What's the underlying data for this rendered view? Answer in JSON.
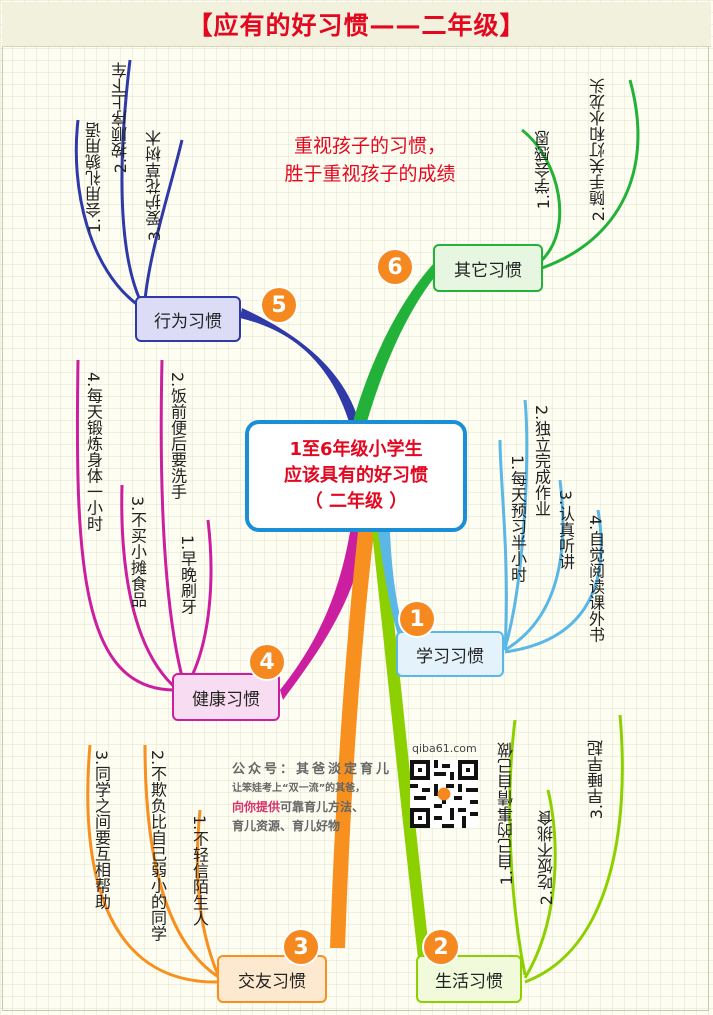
{
  "title": "【应有的好习惯——二年级】",
  "motto": [
    "重视孩子的习惯，",
    "胜于重视孩子的成绩"
  ],
  "center": [
    "1至6年级小学生",
    "应该具有的好习惯",
    "（ 二年级 ）"
  ],
  "branches": [
    {
      "id": "study",
      "number": "1",
      "label": "学习习惯",
      "color": "#5ab7e6",
      "items": [
        "1.每天预习半小时",
        "2.独立完成作业",
        "3.认真听讲",
        "4.自觉阅读课外书"
      ]
    },
    {
      "id": "life",
      "number": "2",
      "label": "生活习惯",
      "color": "#8dd000",
      "items": [
        "1.自己的事情自己做",
        "2.吃饭不挑食",
        "3.早睡早起"
      ]
    },
    {
      "id": "friend",
      "number": "3",
      "label": "交友习惯",
      "color": "#f7901e",
      "items": [
        "1.不轻信陌生人",
        "2.不欺负比自己弱小的同学",
        "3.同学之间要互相帮助"
      ]
    },
    {
      "id": "health",
      "number": "4",
      "label": "健康习惯",
      "color": "#cc1fa0",
      "items": [
        "1.早晚刷牙",
        "2.饭前便后要洗手",
        "3.不买小摊食品",
        "4.每天锻炼身体一小时"
      ]
    },
    {
      "id": "behavior",
      "number": "5",
      "label": "行为习惯",
      "color": "#2f3aa8",
      "items": [
        "1.会用礼貌用语",
        "2.按顺序上下车",
        "3.爱护花草树木"
      ]
    },
    {
      "id": "other",
      "number": "6",
      "label": "其它习惯",
      "color": "#22b23a",
      "items": [
        "1.学会感恩",
        "2.随手关灯和水龙头"
      ]
    }
  ],
  "promo": {
    "line1": "公众号：其爸淡定育儿",
    "line2": "让笨娃考上“双一流”的其爸，",
    "line3_hl": "向你提供",
    "line3_rest": "可靠育儿方法、",
    "line4": "育儿资源、育儿好物",
    "site": "qiba61.com"
  }
}
